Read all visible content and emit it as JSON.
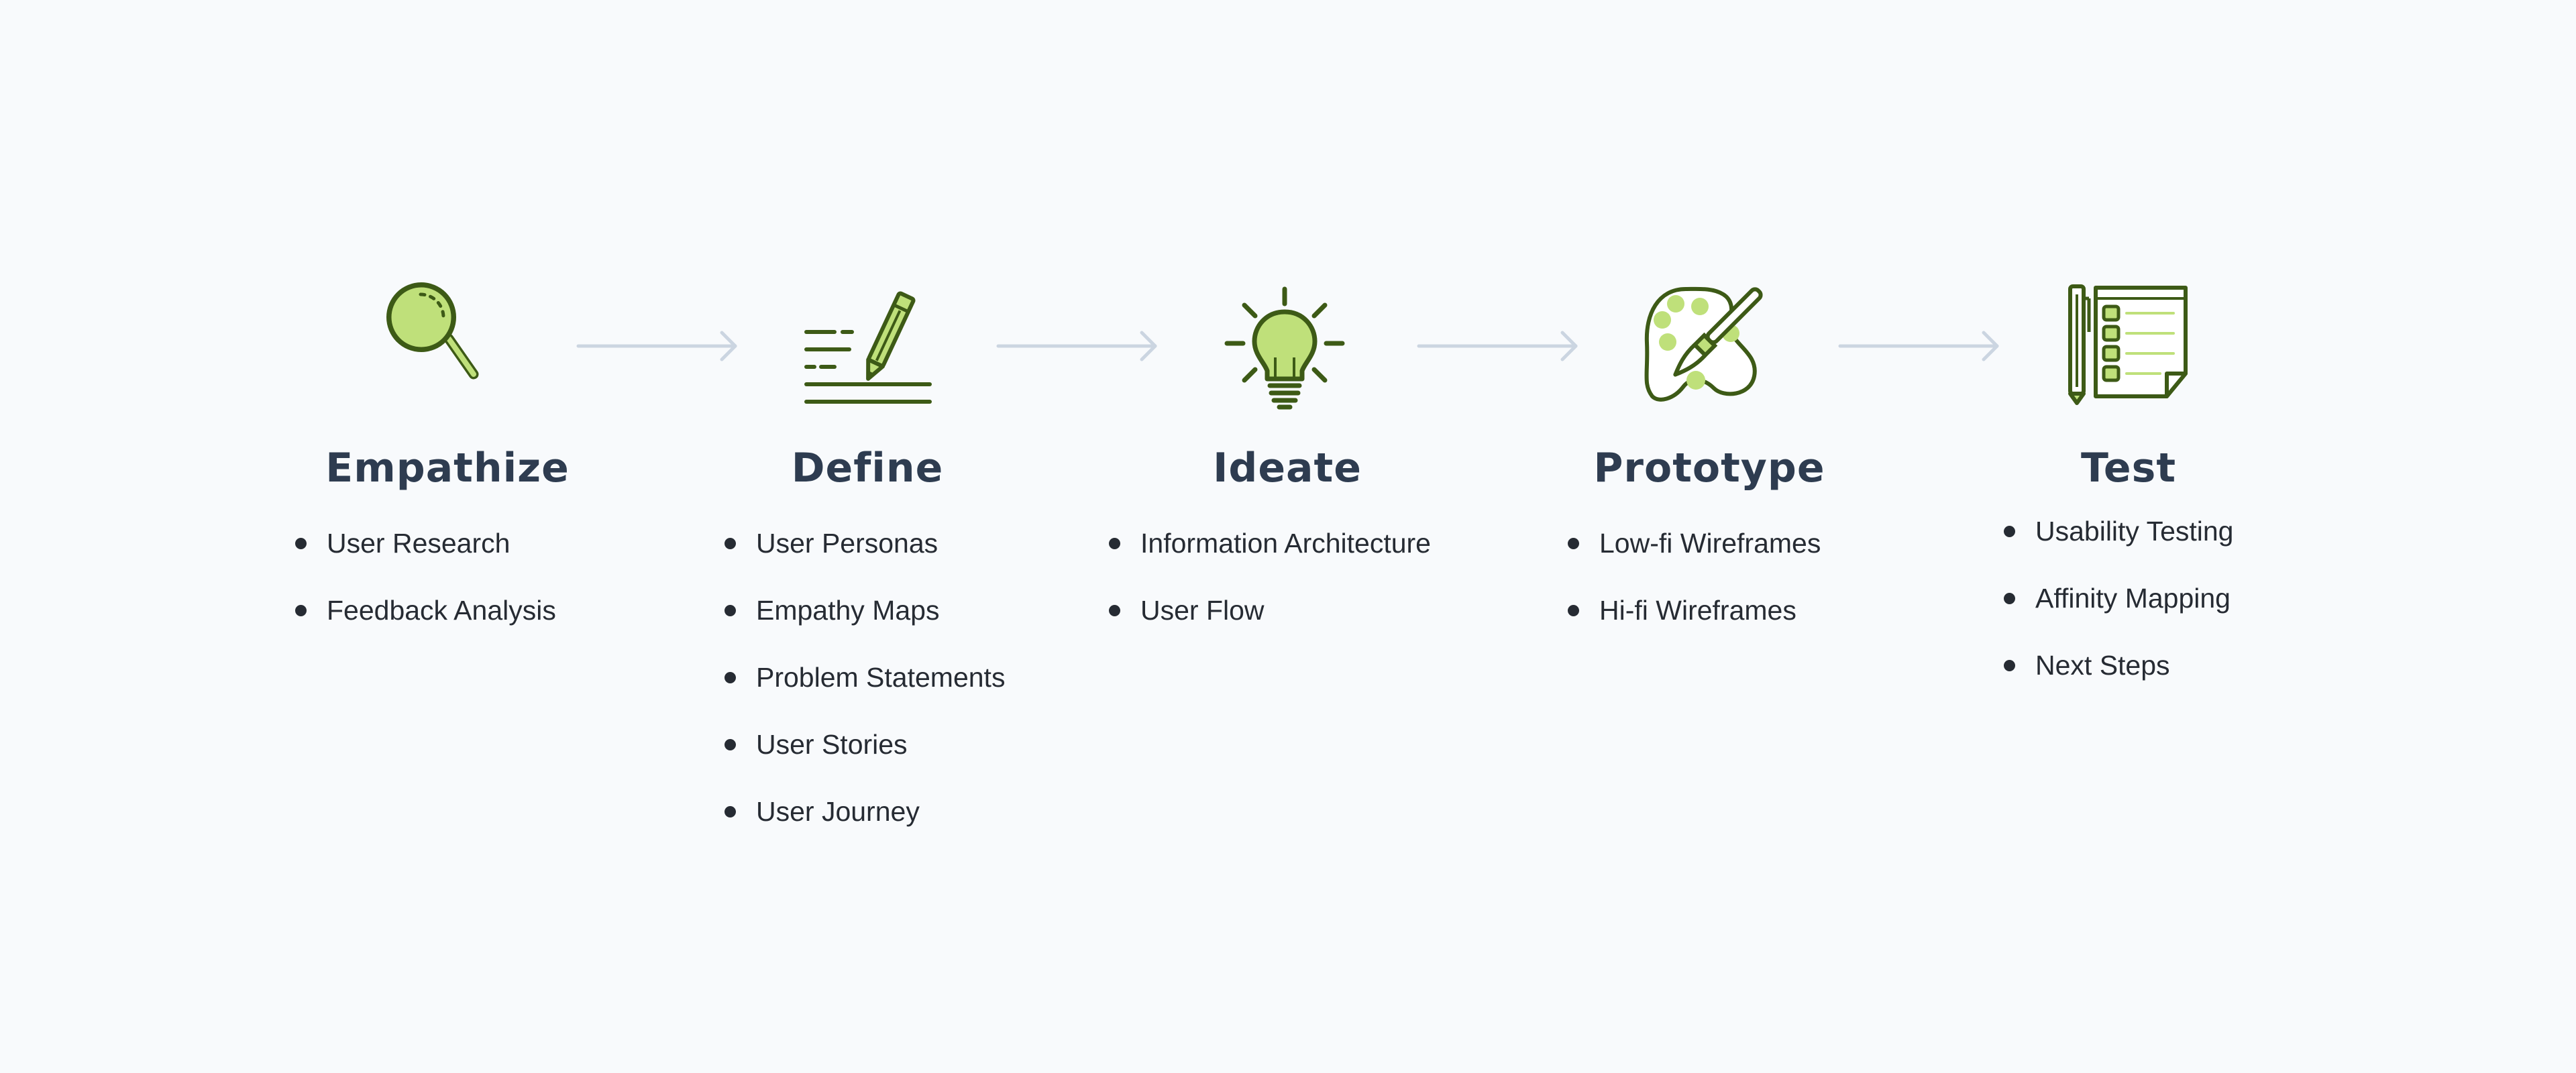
{
  "colors": {
    "background": "#f8fafc",
    "title": "#2e3c50",
    "text": "#262b33",
    "icon_stroke": "#3d5a16",
    "icon_fill": "#bfe07a",
    "arrow": "#cbd5e1"
  },
  "arrow_icon": "arrow-right-icon",
  "stages": [
    {
      "title": "Empathize",
      "icon": "magnifying-glass-icon",
      "items": [
        "User Research",
        "Feedback Analysis"
      ]
    },
    {
      "title": "Define",
      "icon": "pencil-writing-icon",
      "items": [
        "User Personas",
        "Empathy Maps",
        "Problem Statements",
        "User Stories",
        "User Journey"
      ]
    },
    {
      "title": "Ideate",
      "icon": "lightbulb-icon",
      "items": [
        "Information Architecture",
        "User Flow"
      ]
    },
    {
      "title": "Prototype",
      "icon": "palette-brush-icon",
      "items": [
        "Low-fi Wireframes",
        "Hi-fi Wireframes"
      ]
    },
    {
      "title": "Test",
      "icon": "checklist-document-icon",
      "items": [
        "Usability Testing",
        "Affinity Mapping",
        "Next Steps"
      ]
    }
  ]
}
